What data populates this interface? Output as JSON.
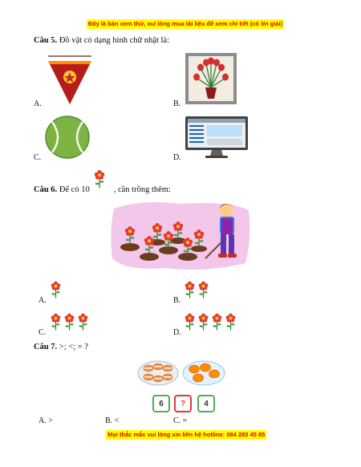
{
  "header_banner": "Đây là bản xem thử, vui lòng mua tài liệu để xem chi tiết (có lời giải)",
  "footer_banner": "Mọi thắc mắc vui lòng xin liên hệ hotline: 084 283 45 85",
  "q5": {
    "number": "Câu 5.",
    "text": " Đồ vật có dạng hình chữ nhật là:",
    "options": [
      "A.",
      "B.",
      "C.",
      "D."
    ]
  },
  "q6": {
    "number": "Câu 6.",
    "text_before": " Để có 10",
    "text_after": ", cần trồng thêm:",
    "options": [
      "A.",
      "B.",
      "C.",
      "D."
    ],
    "option_flower_counts": [
      1,
      2,
      3,
      4
    ]
  },
  "q7": {
    "number": "Câu 7.",
    "text": " >; <; = ?",
    "left_value": "6",
    "mid_value": "?",
    "right_value": "4",
    "options": [
      "A. >",
      "B. <",
      "C. ="
    ]
  },
  "colors": {
    "banner_bg": "#ffff00",
    "banner_text": "#e00000",
    "box_border": "#4caf50",
    "question_mark": "#e53935"
  }
}
